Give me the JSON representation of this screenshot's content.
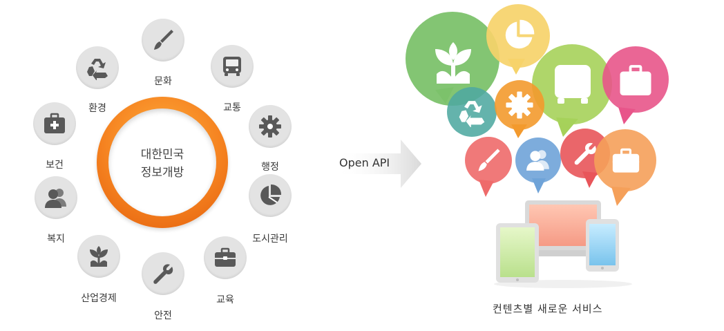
{
  "center": {
    "line1": "대한민국",
    "line2": "정보개방"
  },
  "categories": [
    {
      "id": "culture",
      "label": "문화",
      "icon": "paintbrush-icon"
    },
    {
      "id": "traffic",
      "label": "교통",
      "icon": "bus-icon"
    },
    {
      "id": "admin",
      "label": "행정",
      "icon": "gear-icon"
    },
    {
      "id": "urban",
      "label": "도시관리",
      "icon": "pie-chart-icon"
    },
    {
      "id": "education",
      "label": "교육",
      "icon": "briefcase-icon"
    },
    {
      "id": "safety",
      "label": "안전",
      "icon": "wrench-icon"
    },
    {
      "id": "industry",
      "label": "산업경제",
      "icon": "sprout-icon"
    },
    {
      "id": "welfare",
      "label": "복지",
      "icon": "people-icon"
    },
    {
      "id": "health",
      "label": "보건",
      "icon": "medical-kit-icon"
    },
    {
      "id": "environment",
      "label": "환경",
      "icon": "recycle-icon"
    }
  ],
  "arrow_label": "Open API",
  "bubbles": [
    {
      "icon": "sprout-icon",
      "color": "#7cc26b"
    },
    {
      "icon": "pie-chart-icon",
      "color": "#f6d36a"
    },
    {
      "icon": "bus-icon",
      "color": "#a6d15a"
    },
    {
      "icon": "medical-kit-icon",
      "color": "#e8558a"
    },
    {
      "icon": "recycle-icon",
      "color": "#4fa8a0"
    },
    {
      "icon": "gear-icon",
      "color": "#f39a2e"
    },
    {
      "icon": "paintbrush-icon",
      "color": "#ee6a6a"
    },
    {
      "icon": "people-icon",
      "color": "#6fa3d8"
    },
    {
      "icon": "wrench-icon",
      "color": "#e8555a"
    },
    {
      "icon": "briefcase-icon",
      "color": "#f5a05a"
    }
  ],
  "devices_label": "컨텐츠별 새로운 서비스"
}
